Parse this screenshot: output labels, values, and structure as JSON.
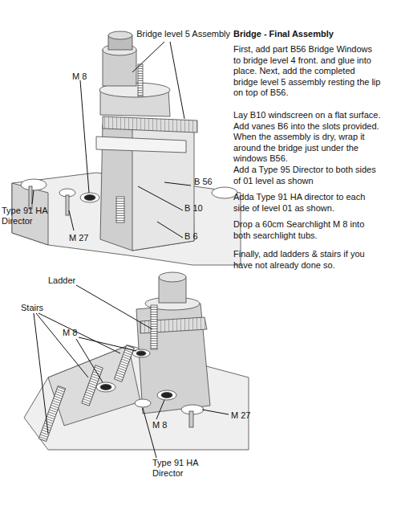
{
  "diagram": {
    "title": "Bridge - Final Assembly",
    "labels": [
      "Bridge level 5 Assembly",
      "M 8",
      "B 56",
      "B 10",
      "B 6",
      "Type 91 HA Director",
      "M 27",
      "First, add part B56 Bridge Windows to bridge level 4 front. and glue into place. Next, add the completed bridge level 5 assembly resting the lip on top of B56.",
      "Lay B10 windscreen on a flat surface. Add vanes B6 into the slots provided. When the assembly is dry, wrap it around the bridge just under the windows B56.",
      "Add a Type 95 Director to both sides of 01 level as shown",
      "Adda Type 91 HA director to each side of level 01 as shown.",
      "Drop a 60cm Searchlight M 8 into both searchlight tubs.",
      "Finally, add ladders & stairs if you have not already done so.",
      "Ladder",
      "Stairs",
      "M 8",
      "M 8",
      "M 27",
      "Type 91 HA Director"
    ]
  }
}
